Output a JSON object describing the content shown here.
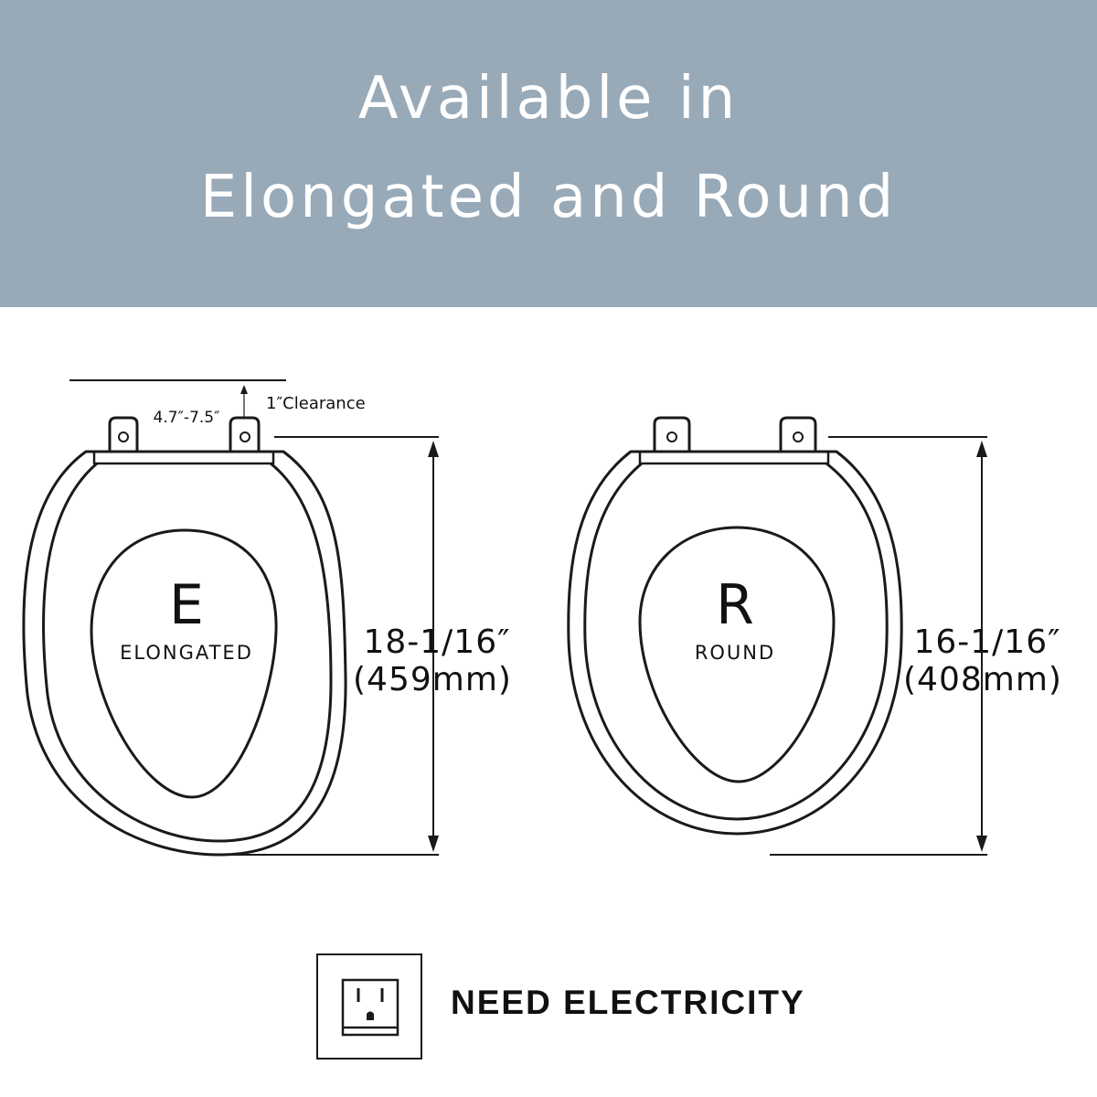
{
  "banner": {
    "line1": "Available in",
    "line2": "Elongated and Round",
    "background_color": "#98a9b8",
    "text_color": "#ffffff"
  },
  "elongated": {
    "letter": "E",
    "label": "ELONGATED",
    "length_in": "18-1/16″",
    "length_mm": "(459mm)",
    "hinge_spacing": "4.7″-7.5″",
    "clearance": "1″Clearance"
  },
  "round": {
    "letter": "R",
    "label": "ROUND",
    "length_in": "16-1/16″",
    "length_mm": "(408mm)"
  },
  "electricity": {
    "label": "NEED ELECTRICITY",
    "icon": "power-outlet-icon"
  },
  "colors": {
    "line": "#1a1a1a"
  }
}
